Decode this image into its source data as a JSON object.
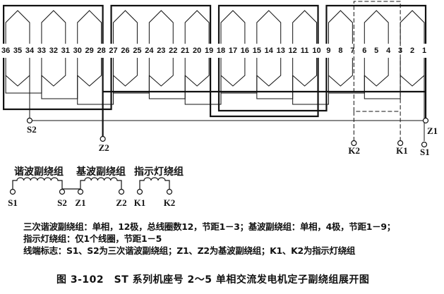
{
  "slots": [
    36,
    35,
    34,
    33,
    32,
    31,
    30,
    29,
    28,
    27,
    26,
    25,
    24,
    23,
    22,
    21,
    20,
    19,
    18,
    17,
    16,
    15,
    14,
    13,
    12,
    11,
    10,
    9,
    8,
    7,
    6,
    5,
    4,
    3,
    2,
    1
  ],
  "terminals": {
    "S1": "S1",
    "S2": "S2",
    "Z1": "Z1",
    "Z2": "Z2",
    "K1": "K1",
    "K2": "K2"
  },
  "legend": {
    "harmonic_title": "谐波副绕组",
    "fundamental_title": "基波副绕组",
    "indicator_title": "指示灯绕组",
    "labels": [
      "S1",
      "S2",
      "Z1",
      "Z2",
      "K1",
      "K2"
    ]
  },
  "notes": [
    "三次谐波副绕组：单相，12极，总线圈数12，节距1－3；基波副绕组：单相，4极，节距1－9；",
    "指示灯绕组：仅1个线圈，节距1－5",
    "线端标志：S1、S2为三次谐波副绕组；Z1、Z2为基波副绕组；K1、K2为指示灯绕组"
  ],
  "caption": "图 3-102　ST 系列机座号 2～5 单相交流发电机定子副绕组展开图"
}
